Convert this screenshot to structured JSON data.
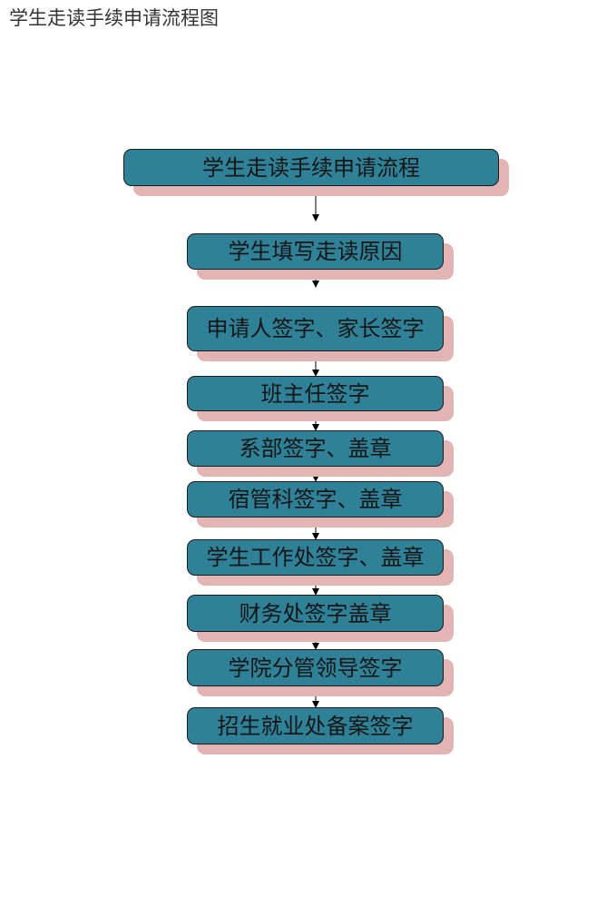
{
  "document": {
    "title": "学生走读手续申请流程图"
  },
  "flowchart": {
    "header": "学生走读手续申请流程",
    "steps": [
      "学生填写走读原因",
      "申请人签字、家长签字",
      "班主任签字",
      "系部签字、盖章",
      "宿管科签字、盖章",
      "学生工作处签字、盖章",
      "财务处签字盖章",
      "学院分管领导签字",
      "招生就业处备案签字"
    ]
  },
  "colors": {
    "box_fill": "#2f8198",
    "box_shadow": "#e3b4b4",
    "border": "#1b1b1b",
    "arrow": "#000000",
    "text": "#161616"
  }
}
